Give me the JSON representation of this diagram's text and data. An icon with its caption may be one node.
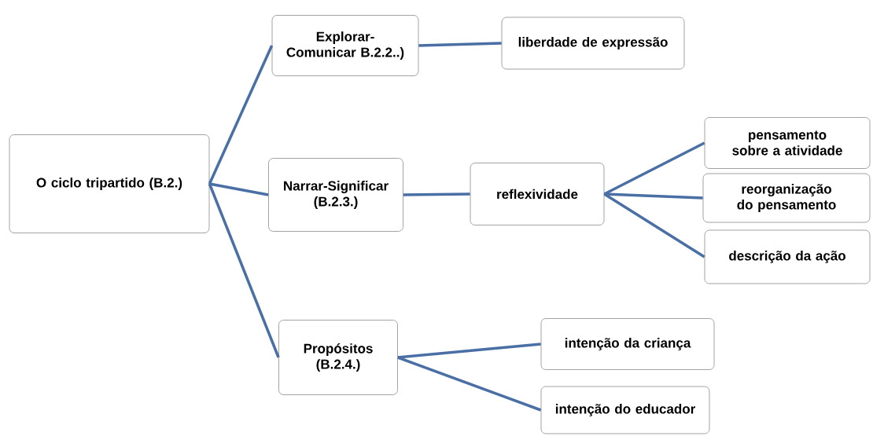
{
  "diagram": {
    "nodes": [
      {
        "text": [
          "O ciclo tripartido (B.2.)"
        ]
      },
      {
        "text": [
          "Explorar-Comunicar B.2.2..)"
        ]
      },
      {
        "text": [
          "liberdade de expressão"
        ]
      },
      {
        "text": [
          "Narrar-Significar (B.2.3.)"
        ]
      },
      {
        "text": [
          "reflexividade"
        ]
      },
      {
        "text": [
          "pensamento sobre a atividade"
        ]
      },
      {
        "text": [
          "reorganização do pensamento"
        ]
      },
      {
        "text": [
          "descrição da ação"
        ]
      },
      {
        "text": [
          "Propósitos (B.2.4.)"
        ]
      },
      {
        "text": [
          "intenção da criança"
        ]
      },
      {
        "text": [
          "intenção do educador"
        ]
      }
    ],
    "edges": [
      {
        "from": 0,
        "to": 1,
        "arrow": "none"
      },
      {
        "from": 1,
        "to": 2,
        "arrow": "none"
      },
      {
        "from": 0,
        "to": 3,
        "arrow": "none"
      },
      {
        "from": 3,
        "to": 4,
        "arrow": "none"
      },
      {
        "from": 4,
        "to": 5,
        "arrow": "none"
      },
      {
        "from": 4,
        "to": 6,
        "arrow": "none"
      },
      {
        "from": 4,
        "to": 7,
        "arrow": "none"
      },
      {
        "from": 0,
        "to": 8,
        "arrow": "none"
      },
      {
        "from": 8,
        "to": 9,
        "arrow": "none"
      },
      {
        "from": 8,
        "to": 10,
        "arrow": "none"
      }
    ]
  }
}
